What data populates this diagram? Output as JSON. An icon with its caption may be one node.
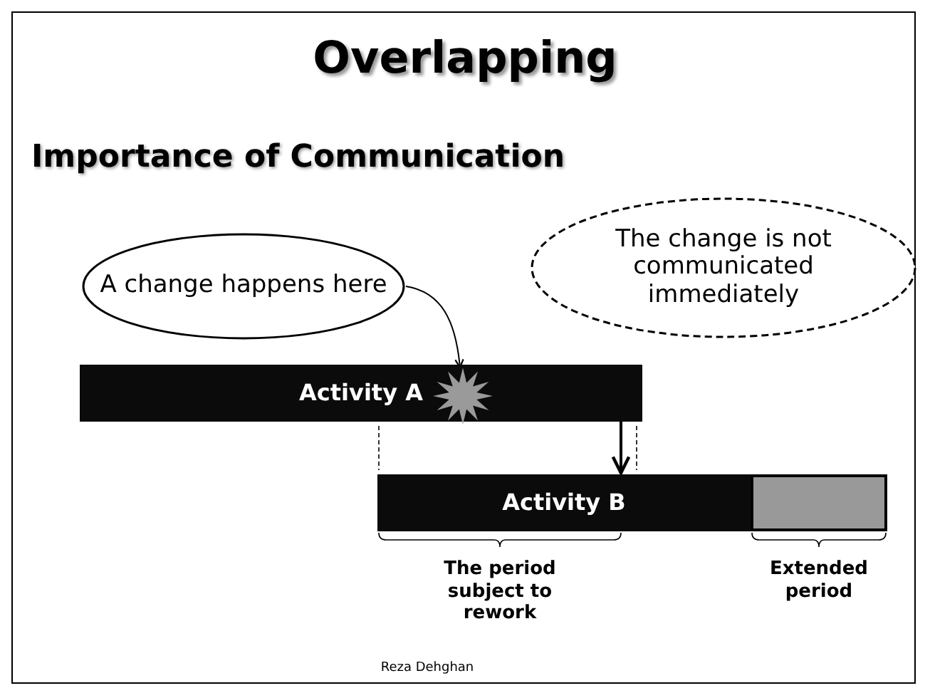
{
  "diagram": {
    "title": "Overlapping",
    "nodes": [
      {
        "text": [
          "A change happens here"
        ]
      },
      {
        "text": [
          "The change is not communicated immediately"
        ]
      },
      {
        "text": [
          "Activity A"
        ]
      },
      {
        "text": [],
        "shape": "star",
        "in": 2
      },
      {
        "text": [
          "Activity B"
        ]
      },
      {
        "text": [],
        "shape": "bar"
      }
    ],
    "edges": [
      {
        "from": 0,
        "to": 3,
        "arrow": "to"
      },
      {
        "from": 2,
        "to": 4,
        "arrow": "to"
      }
    ],
    "labels": [
      "Importance of Communication",
      "The period subject to rework",
      "Extended period",
      "Reza Dehghan"
    ]
  }
}
